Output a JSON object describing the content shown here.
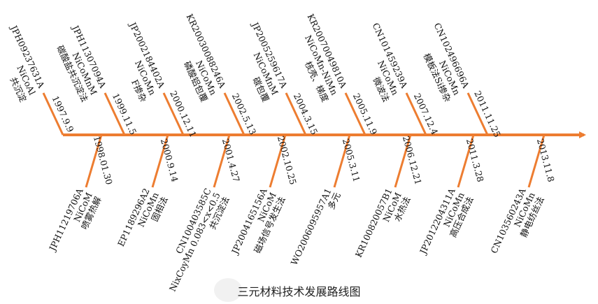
{
  "caption": "三元材料技术发展路线图",
  "colors": {
    "axis": "#ED7D31",
    "text": "#111111"
  },
  "above": [
    {
      "date": "1997.9.9",
      "patent": "JPH09237631A",
      "material": "NiCoAl",
      "method": "共沉淀"
    },
    {
      "date": "1999.11.5",
      "patent": "JPH11307094A",
      "material": "NiCoMnM",
      "method": "碳酸盐共沉淀法"
    },
    {
      "date": "2000.12.11",
      "patent": "JP2002184402A",
      "material": "NiCoMn",
      "method": "F掺杂"
    },
    {
      "date": "2002.5.13",
      "patent": "KR20030088246A",
      "material": "NiCoMn",
      "method": "磷酸铝包覆"
    },
    {
      "date": "2004.3.15",
      "patent": "JP2005259617A",
      "material": "NiCoMnM",
      "method": "碳包覆"
    },
    {
      "date": "2005.11.9",
      "patent": "KR20070049810A",
      "material": "NiCoMn-NiMn",
      "method": "核壳、梯度"
    },
    {
      "date": "2007.12.4",
      "patent": "CN101459239A",
      "material": "NiCoMn",
      "method": "微波法"
    },
    {
      "date": "2011.11.25",
      "patent": "CN102496696A",
      "material": "NiCoMn",
      "method": "模板法Si掺杂"
    }
  ],
  "below": [
    {
      "date": "1998.01.30",
      "patent": "JPH11219706A",
      "material": "NiCoM",
      "method": "喷雾热解"
    },
    {
      "date": "2000.9.14",
      "patent": "EP1189296A2",
      "material": "NiCoMn",
      "method": "固相法"
    },
    {
      "date": "2001.4.27",
      "patent": "CN100403585C",
      "material": "NixCoyMn 0.083<x<0.5",
      "method": "共沉淀法"
    },
    {
      "date": "2002.10.25",
      "patent": "JP2004165156A",
      "material": "NiCoM",
      "method": "磁场信号发生法"
    },
    {
      "date": "2005.3.11",
      "patent": "WO2006095957A1",
      "material": "",
      "method": "多元"
    },
    {
      "date": "2006.12.21",
      "patent": "KR100820057B1",
      "material": "NiCoM",
      "method": "水热法"
    },
    {
      "date": "2011.3.28",
      "patent": "JP2012204311A",
      "material": "NiCoMn",
      "method": "高压合成法"
    },
    {
      "date": "2013.11.8",
      "patent": "CN103560243A",
      "material": "NiCoMn",
      "method": "静电纺丝法"
    }
  ]
}
